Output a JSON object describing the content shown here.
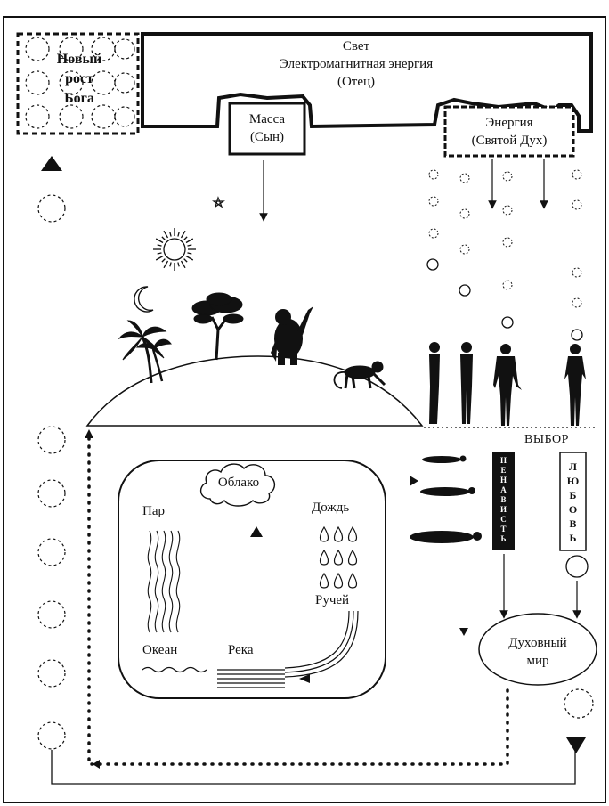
{
  "colors": {
    "ink": "#111111",
    "paper": "#ffffff"
  },
  "god_growth": {
    "line1": "Новый",
    "line2": "рост",
    "line3": "Бога"
  },
  "light_box": {
    "line1": "Свет",
    "line2": "Электромагнитная энергия",
    "line3": "(Отец)"
  },
  "mass_box": {
    "line1": "Масса",
    "line2": "(Сын)"
  },
  "energy_box": {
    "line1": "Энергия",
    "line2": "(Святой Дух)"
  },
  "choice_label": "ВЫБОР",
  "hatred_column": {
    "letters": [
      "Н",
      "Е",
      "Н",
      "А",
      "В",
      "И",
      "С",
      "Т",
      "Ь"
    ]
  },
  "love_column": {
    "letters": [
      "Л",
      "Ю",
      "Б",
      "О",
      "В",
      "Ь"
    ]
  },
  "water_cycle": {
    "cloud": "Облако",
    "steam": "Пар",
    "rain": "Дождь",
    "stream": "Ручей",
    "ocean": "Океан",
    "river": "Река"
  },
  "spiritual_world": {
    "line1": "Духовный",
    "line2": "мир"
  },
  "icons": [
    "sun-icon",
    "moon-icon",
    "star-icon",
    "palm-tree-icon",
    "acacia-tree-icon",
    "gorilla-icon",
    "monkey-icon",
    "human-figure-icon",
    "raindrop-icon",
    "triangle-up-icon",
    "triangle-down-icon",
    "triangle-left-icon",
    "triangle-right-icon",
    "dashed-circle-icon"
  ]
}
